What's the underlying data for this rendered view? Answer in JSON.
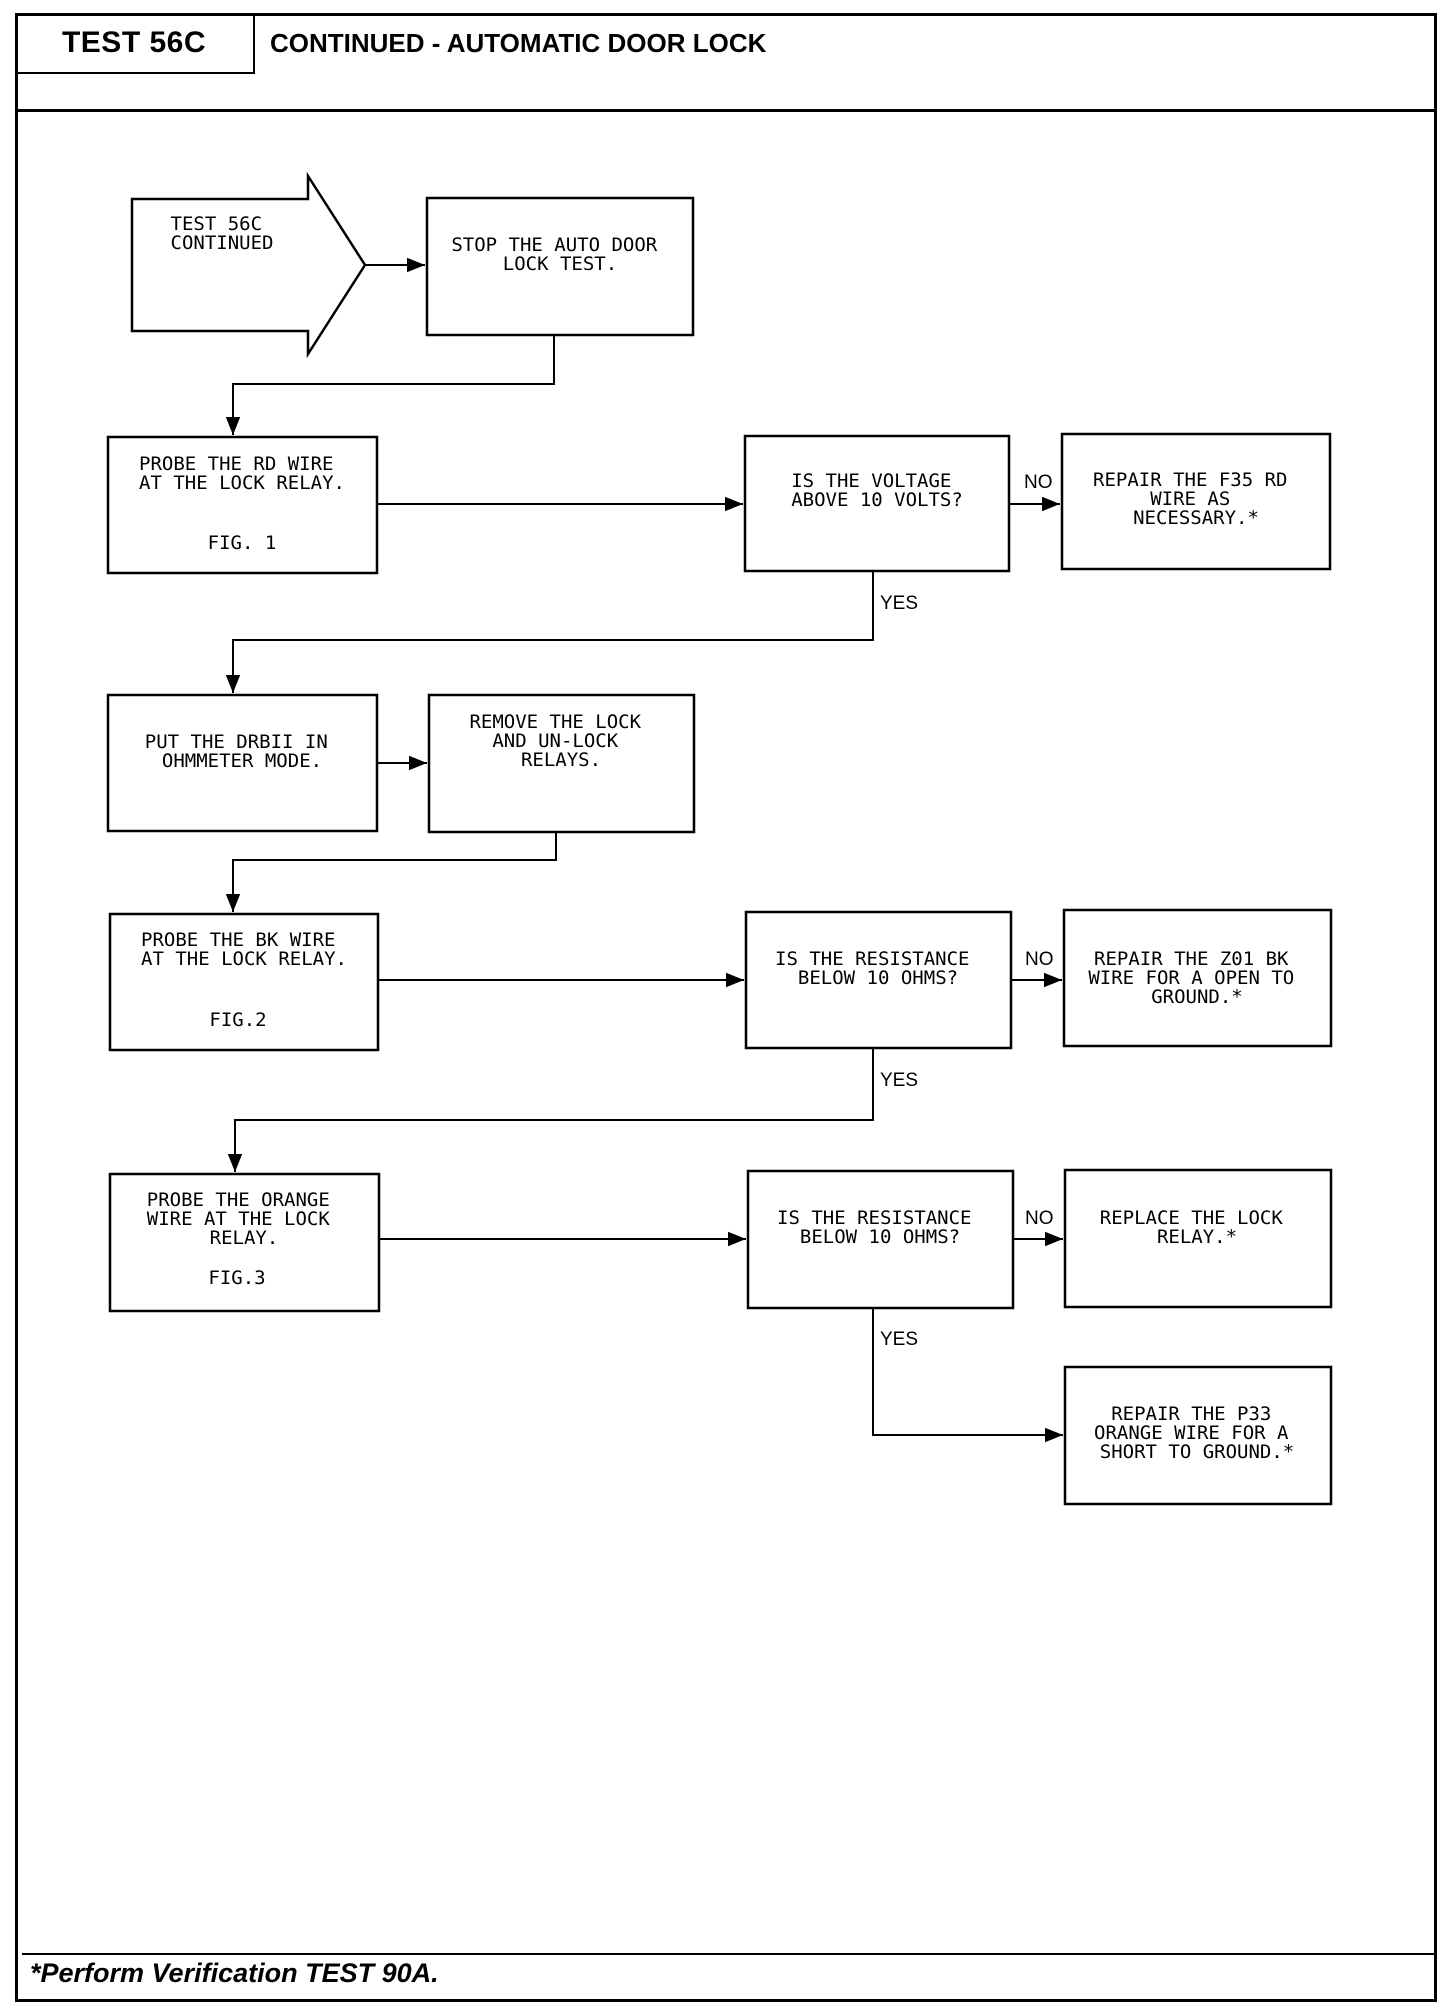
{
  "header": {
    "test_id": "TEST 56C",
    "title": "CONTINUED - AUTOMATIC DOOR LOCK"
  },
  "footer": {
    "note": "*Perform Verification TEST 90A."
  },
  "flowchart": {
    "start": [
      "TEST 56C",
      "CONTINUED"
    ],
    "stop_test": [
      "STOP THE AUTO DOOR",
      "LOCK TEST."
    ],
    "probe_rd": [
      "PROBE THE RD WIRE",
      "AT THE LOCK RELAY."
    ],
    "probe_rd_fig": "FIG. 1",
    "q_voltage": [
      "IS THE VOLTAGE",
      "ABOVE 10 VOLTS?"
    ],
    "repair_f35": [
      "REPAIR THE F35 RD",
      "WIRE AS",
      "NECESSARY.*"
    ],
    "put_drbii": [
      "PUT THE DRBII IN",
      "OHMMETER MODE."
    ],
    "remove_relays": [
      "REMOVE THE LOCK",
      "AND UN-LOCK",
      "RELAYS."
    ],
    "probe_bk": [
      "PROBE THE BK WIRE",
      "AT THE LOCK RELAY."
    ],
    "probe_bk_fig": "FIG.2",
    "q_resistance_bk": [
      "IS THE RESISTANCE",
      "BELOW 10 OHMS?"
    ],
    "repair_z01": [
      "REPAIR THE Z01 BK",
      "WIRE FOR A OPEN TO",
      "GROUND.*"
    ],
    "probe_orange": [
      "PROBE THE ORANGE",
      "WIRE AT THE LOCK",
      "RELAY."
    ],
    "probe_orange_fig": "FIG.3",
    "q_resistance_orange": [
      "IS THE RESISTANCE",
      "BELOW 10 OHMS?"
    ],
    "replace_relay": [
      "REPLACE THE LOCK",
      "RELAY.*"
    ],
    "repair_p33": [
      "REPAIR THE P33",
      "ORANGE WIRE FOR A",
      "SHORT TO GROUND.*"
    ],
    "label_no": "NO",
    "label_yes": "YES"
  }
}
